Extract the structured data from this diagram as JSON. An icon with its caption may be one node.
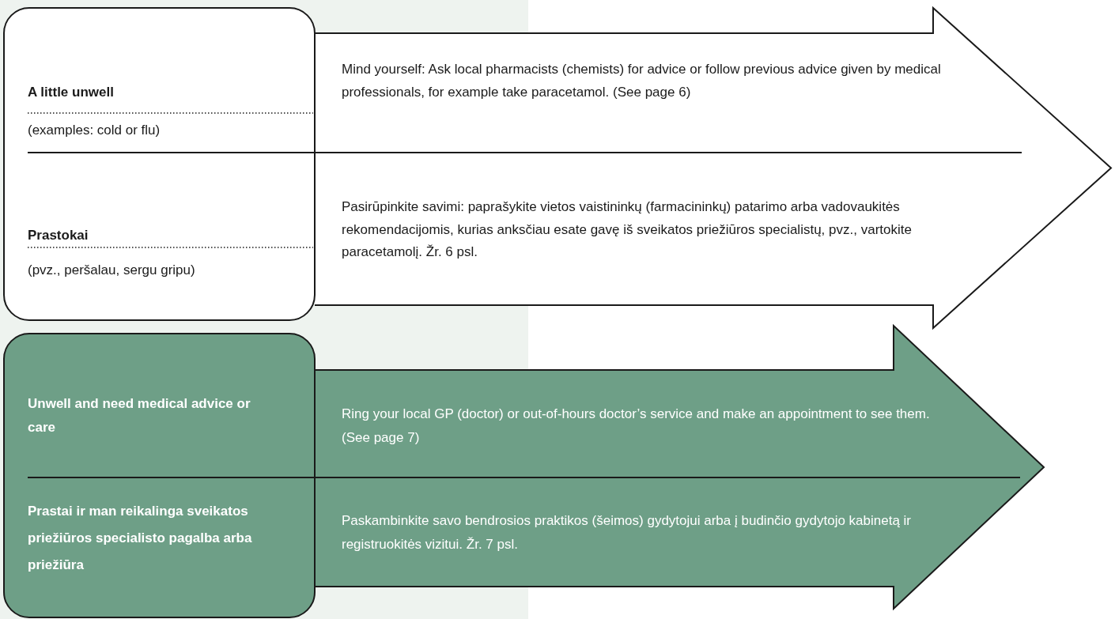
{
  "diagram": {
    "nodes": [
      {
        "text": [
          "A little unwell",
          "(examples: cold or flu)",
          "Prastokai",
          "(pvz., peršalau, sergu gripu)"
        ]
      },
      {
        "text": [
          "Mind yourself: Ask local pharmacists (chemists) for advice or follow previous advice given by medical professionals, for example take paracetamol. (See page 6)",
          "Pasirūpinkite savimi: paprašykite vietos vaistininkų (farmacininkų) patarimo arba vadovaukitės rekomendacijomis, kurias anksčiau esate gavę iš sveikatos priežiūros specialistų, pvz., vartokite paracetamolį. Žr. 6 psl."
        ]
      },
      {
        "text": [
          "Unwell and need medical advice or care",
          "Prastai ir man reikalinga sveikatos priežiūros specialisto pagalba arba priežiūra"
        ]
      },
      {
        "text": [
          "Ring your local GP (doctor) or out-of-hours doctor’s service and make an appointment to see them. (See page 7)",
          "Paskambinkite savo bendrosios praktikos (šeimos) gydytojui arba į budinčio gydytojo kabinetą ir registruokitės vizitui. Žr. 7 psl."
        ]
      }
    ]
  }
}
